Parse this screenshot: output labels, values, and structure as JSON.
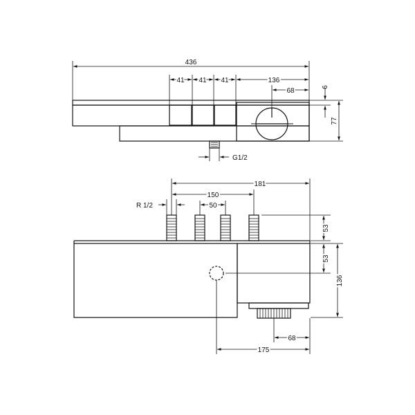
{
  "colors": {
    "line": "#111111",
    "background": "#ffffff"
  },
  "top_view": {
    "overall_width": "436",
    "button_pitch": [
      "41",
      "41",
      "41"
    ],
    "right_section": "136",
    "thermostat_offset": "68",
    "top_step": "6",
    "height": "77",
    "connection_thread": "G1/2"
  },
  "side_view": {
    "thread_label": "R 1/2",
    "inlet_span": "150",
    "inlet_pitch": "50",
    "depth_to_inlet": "181",
    "inlet_length": "53",
    "body_upper": "53",
    "body_height": "136",
    "outlet_offset": "68",
    "body_depth_to_axis": "175"
  }
}
